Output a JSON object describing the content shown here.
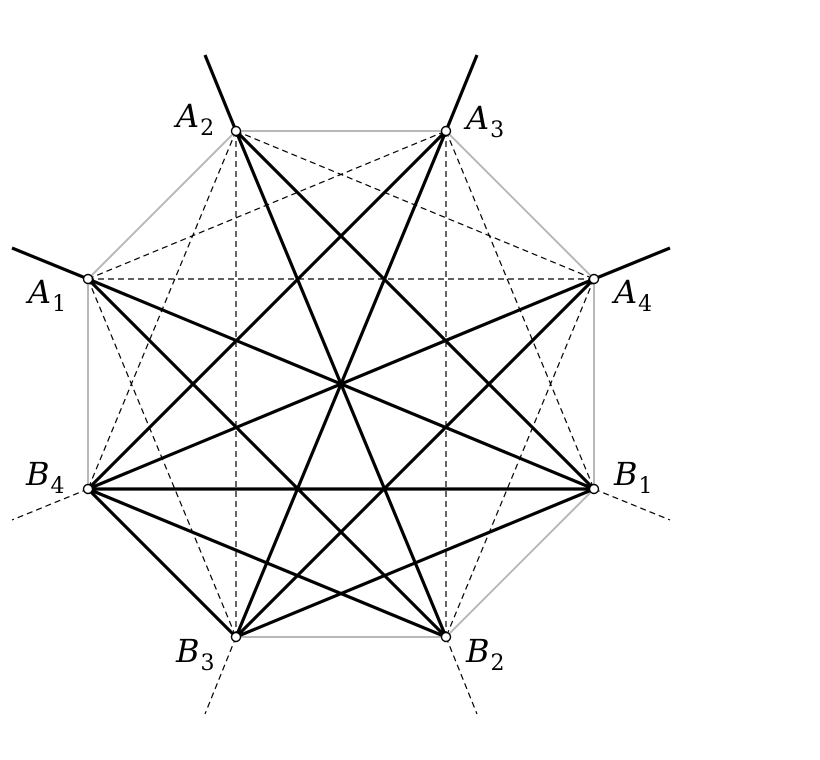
{
  "diagram": {
    "colors": {
      "background": "#ffffff",
      "octagon": "#b8b8b8",
      "thick": "#000000",
      "dashed": "#000000",
      "vertex_fill": "#ffffff",
      "vertex_stroke": "#000000"
    },
    "vertices": [
      {
        "id": "A1",
        "letter": "A",
        "sub": "1"
      },
      {
        "id": "A2",
        "letter": "A",
        "sub": "2"
      },
      {
        "id": "A3",
        "letter": "A",
        "sub": "3"
      },
      {
        "id": "A4",
        "letter": "A",
        "sub": "4"
      },
      {
        "id": "B1",
        "letter": "B",
        "sub": "1"
      },
      {
        "id": "B2",
        "letter": "B",
        "sub": "2"
      },
      {
        "id": "B3",
        "letter": "B",
        "sub": "3"
      },
      {
        "id": "B4",
        "letter": "B",
        "sub": "4"
      }
    ],
    "octagon_order": [
      "A1",
      "A2",
      "A3",
      "A4",
      "B1",
      "B2",
      "B3",
      "B4"
    ],
    "thick_edges": [
      [
        "A1",
        "B1"
      ],
      [
        "A1",
        "B2"
      ],
      [
        "A2",
        "B1"
      ],
      [
        "A2",
        "B2"
      ],
      [
        "A3",
        "B3"
      ],
      [
        "A3",
        "B4"
      ],
      [
        "A4",
        "B3"
      ],
      [
        "A4",
        "B4"
      ],
      [
        "B1",
        "B4"
      ],
      [
        "B1",
        "B3"
      ],
      [
        "B2",
        "B4"
      ],
      [
        "B3",
        "B4"
      ]
    ],
    "dashed_edges": [
      [
        "A1",
        "A4"
      ],
      [
        "A1",
        "A3"
      ],
      [
        "A2",
        "A4"
      ],
      [
        "A2",
        "B3"
      ],
      [
        "A3",
        "B2"
      ],
      [
        "A1",
        "B3"
      ],
      [
        "A2",
        "B4"
      ],
      [
        "A3",
        "B1"
      ],
      [
        "A4",
        "B2"
      ]
    ],
    "thick_rays": [
      "A1",
      "A2",
      "A3",
      "A4"
    ],
    "dashed_rays": [
      "B1",
      "B2",
      "B3",
      "B4"
    ]
  }
}
